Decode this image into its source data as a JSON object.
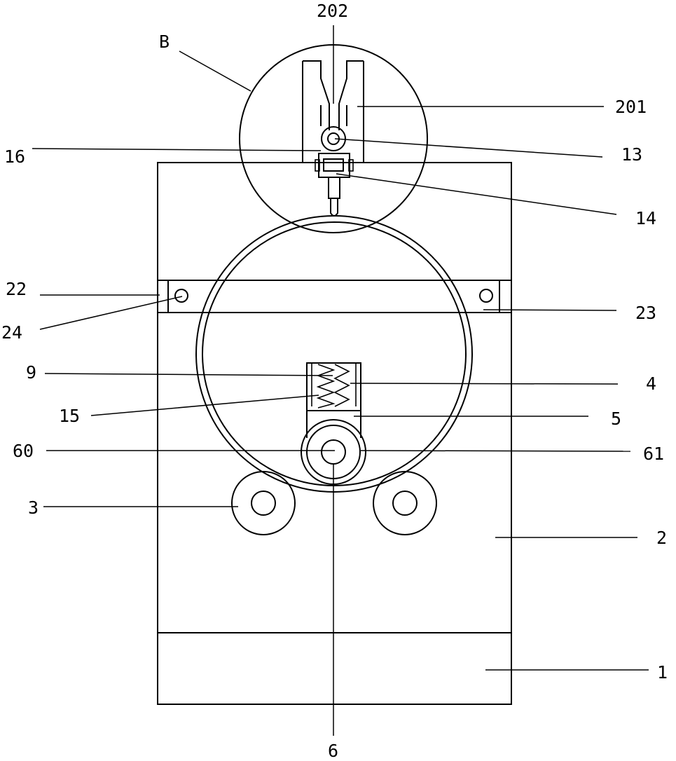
{
  "labels": {
    "l202": "202",
    "lB": "B",
    "l201": "201",
    "l16": "16",
    "l13": "13",
    "l14": "14",
    "l22": "22",
    "l24": "24",
    "l23": "23",
    "l9": "9",
    "l4": "4",
    "l15": "15",
    "l5": "5",
    "l60": "60",
    "l61": "61",
    "l3": "3",
    "l2": "2",
    "l1": "1",
    "l6": "6"
  }
}
